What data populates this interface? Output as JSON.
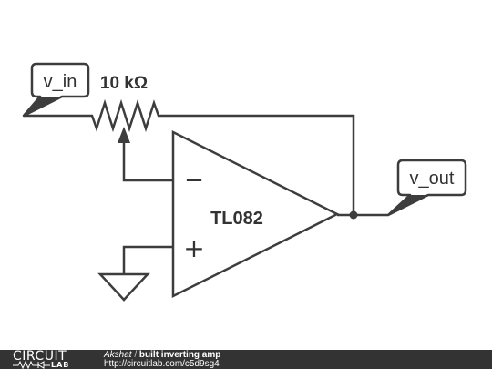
{
  "labels": {
    "input_tag": "v_in",
    "output_tag": "v_out",
    "resistor_value": "10 kΩ",
    "opamp_model": "TL082",
    "minus_sign": "−",
    "plus_sign": "+"
  },
  "footer": {
    "logo_top": "CIRCUIT",
    "logo_bottom": "LAB",
    "author": "Akshat",
    "separator": "/",
    "title": "built inverting amp",
    "url": "http://circuitlab.com/c5d9sg4"
  },
  "colors": {
    "wire": "#3d3d3d",
    "footer_bg": "#333333",
    "text": "#333333"
  }
}
